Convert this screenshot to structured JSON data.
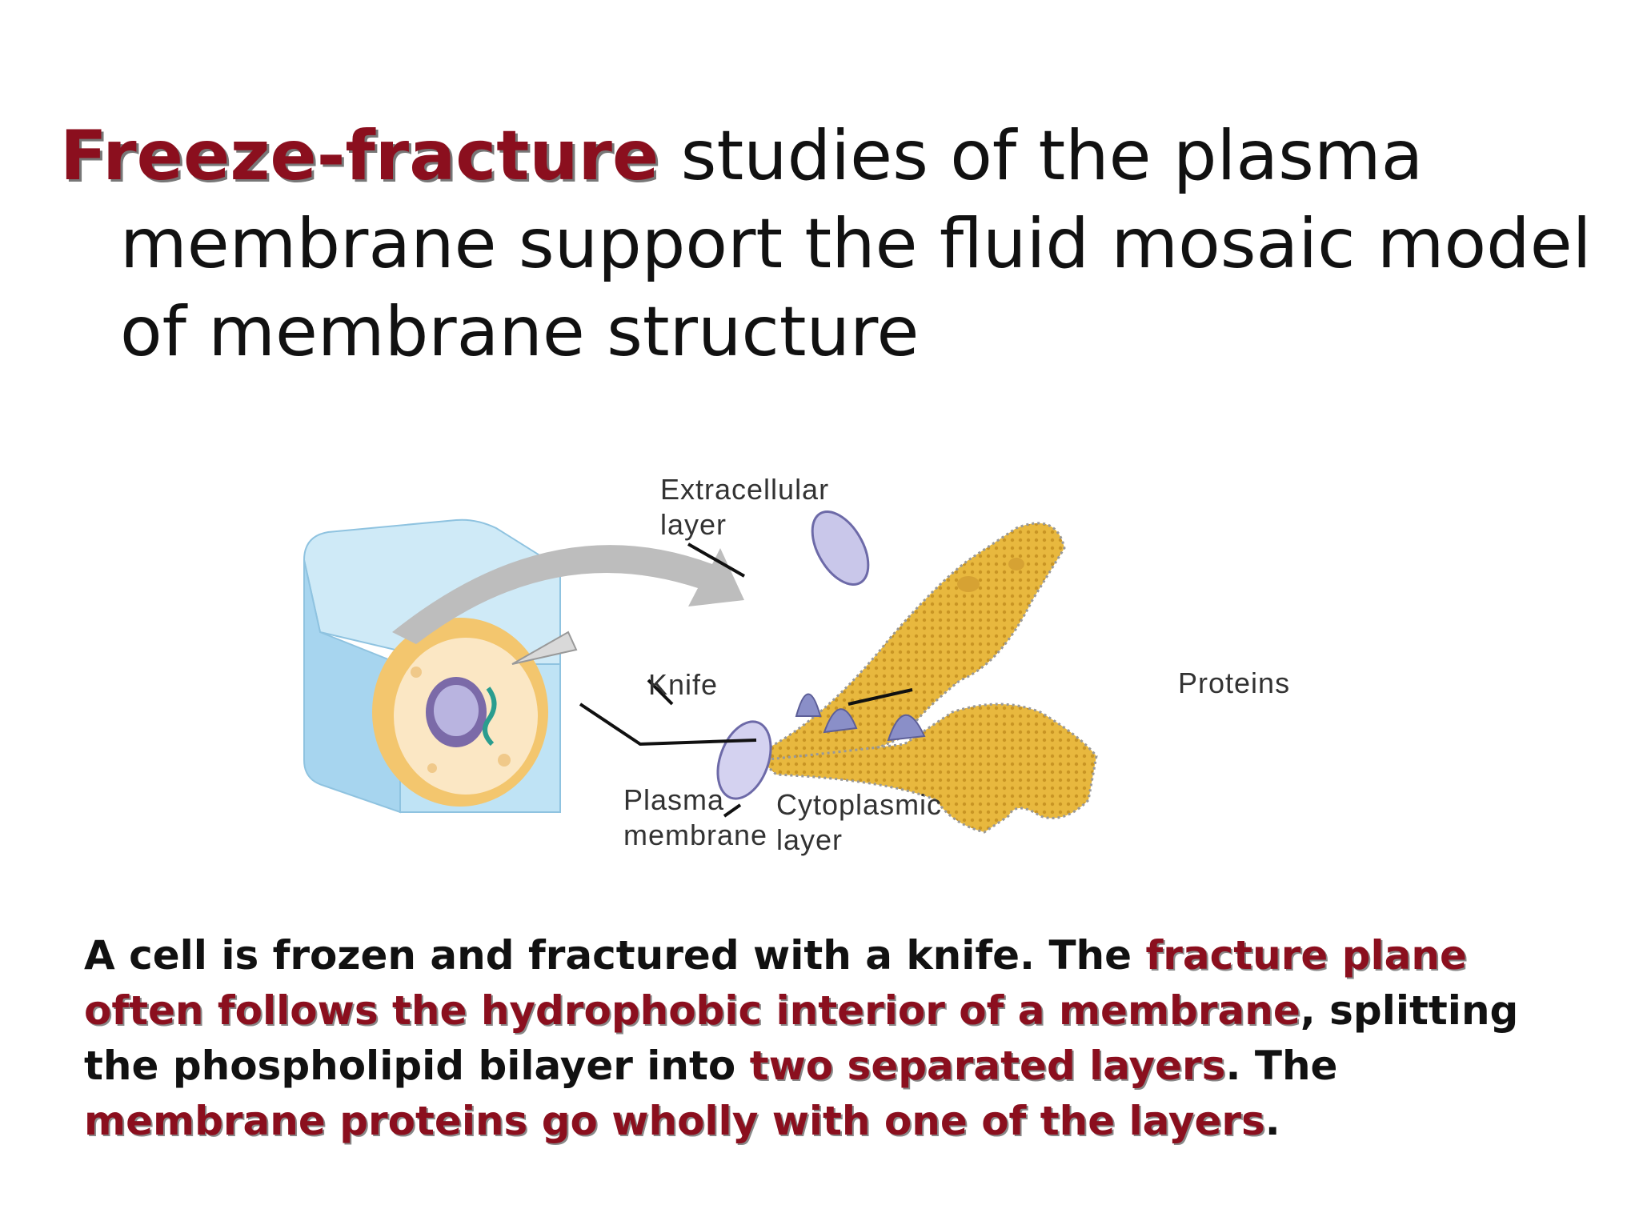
{
  "title": {
    "highlight": "Freeze-fracture",
    "rest": " studies of the plasma membrane support the fluid mosaic model of membrane structure"
  },
  "figure": {
    "labels": {
      "extracellular": [
        "Extracellular",
        "layer"
      ],
      "knife": "Knife",
      "proteins": "Proteins",
      "plasma": [
        "Plasma",
        "membrane"
      ],
      "cytoplasmic": [
        "Cytoplasmic",
        "layer"
      ]
    }
  },
  "caption": {
    "p1": "A cell is frozen and fractured with a knife. The ",
    "h1": "fracture plane often follows the hydrophobic interior of a membrane",
    "p2": ", splitting the phospholipid bilayer into ",
    "h2": "two separated layers",
    "p3": ". The ",
    "h3": "membrane proteins go wholly with one of the layers",
    "p4": "."
  },
  "colors": {
    "highlight": "#8b0f1e",
    "ice": "#bfe3f5",
    "membrane": "#e2b13c",
    "protein": "#8a8fc8"
  }
}
